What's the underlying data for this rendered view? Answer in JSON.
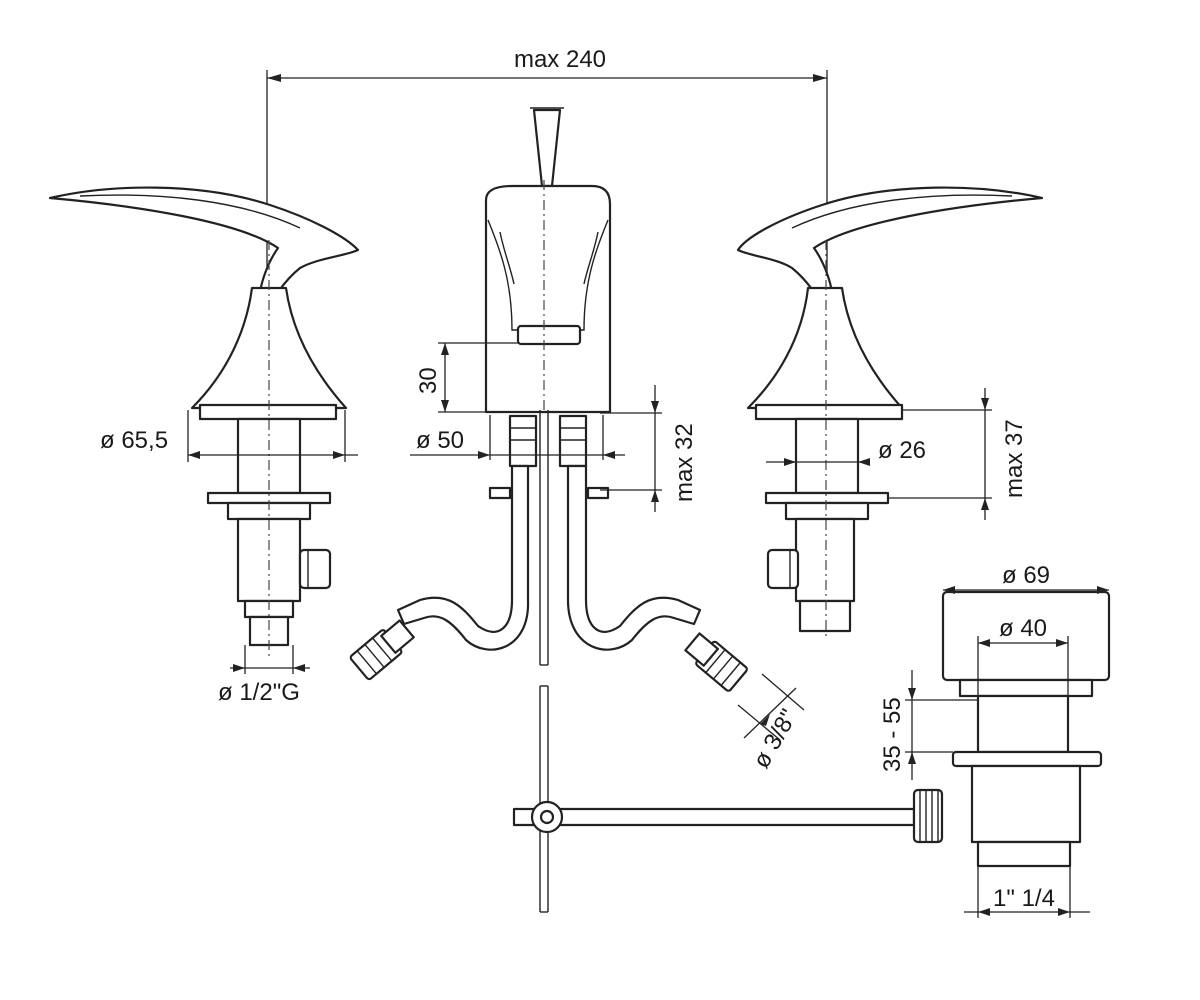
{
  "diagram": {
    "dimensions": {
      "max_width": "max 240",
      "handle_base_diameter": "ø 65,5",
      "spout_height": "30",
      "spout_base_diameter": "ø 50",
      "spout_max_height": "max 32",
      "valve_diameter": "ø 26",
      "valve_max_height": "max 37",
      "inlet_thread": "ø 1/2\"G",
      "hose_connection": "ø 3/8\"",
      "waste_outer_diameter": "ø 69",
      "waste_inner_diameter": "ø 40",
      "waste_height_range": "35 - 55",
      "waste_thread": "1\" 1/4"
    }
  }
}
